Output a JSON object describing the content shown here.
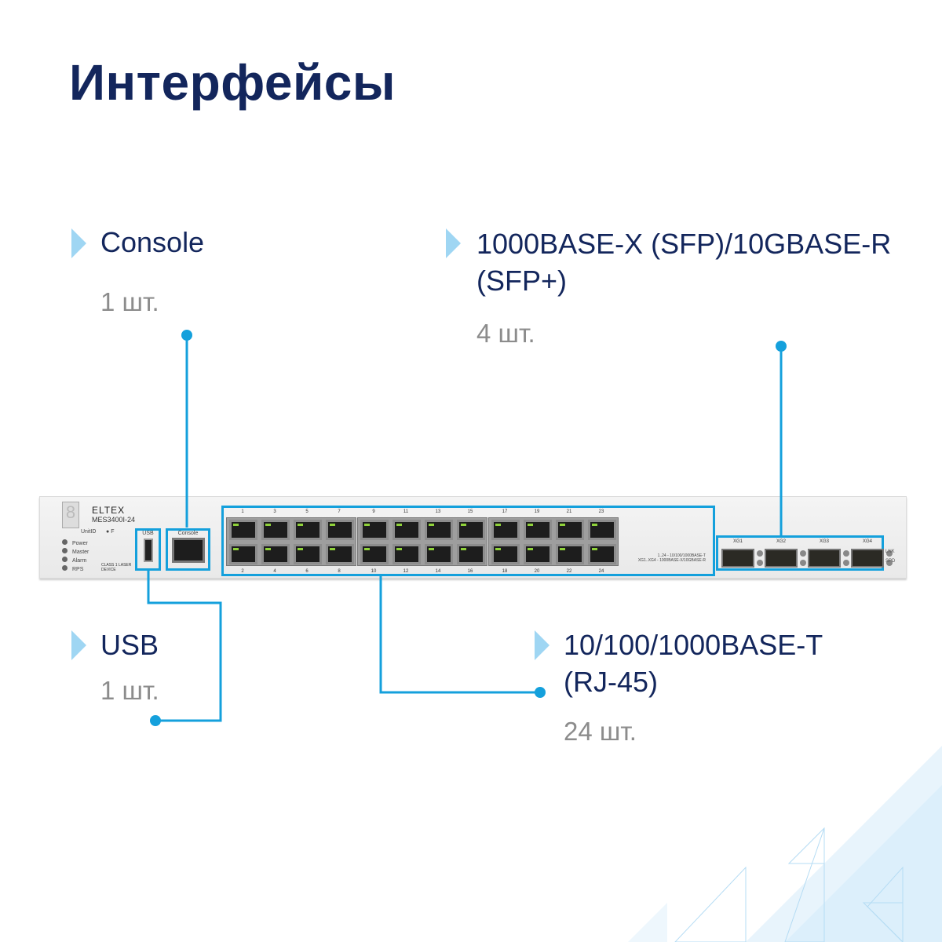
{
  "title": "Интерфейсы",
  "interfaces": {
    "console": {
      "label": "Console",
      "count": "1 шт."
    },
    "sfp": {
      "label_line1": "1000BASE-X (SFP)/10GBASE-R",
      "label_line2": "(SFP+)",
      "count": "4 шт."
    },
    "usb": {
      "label": "USB",
      "count": "1 шт."
    },
    "rj45": {
      "label_line1": "10/100/1000BASE-T",
      "label_line2": "(RJ-45)",
      "count": "24 шт."
    }
  },
  "device": {
    "brand": "ELTEX",
    "model": "MES3400I-24",
    "unit_id": "UnitID",
    "f_label": "F",
    "leds": [
      "Power",
      "Master",
      "Alarm",
      "RPS"
    ],
    "laser": "CLASS 1 LASER DEVICE",
    "usb_port": "USB",
    "console_port": "Console",
    "legend_line1": "1..24 - 10/100/1000BASE-T",
    "legend_line2": "XG1..XG4 - 1000BASE-X/10GBASE-R",
    "sfp_ports": [
      "XG1",
      "XG2",
      "XG3",
      "XG4"
    ],
    "sfp_leds": [
      "LNK",
      "SPD"
    ]
  },
  "colors": {
    "accent": "#14a0dc",
    "title": "#13265c",
    "count": "#8c8c8c"
  }
}
